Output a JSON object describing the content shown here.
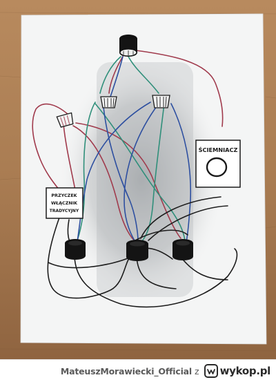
{
  "photo": {
    "switch_label": {
      "line1": "PRZYCZEK",
      "line2": "WŁĄCZNIK",
      "line3": "TRADYCYJNY"
    },
    "terminal_label": "ŚCIEMNIACZ"
  },
  "footer": {
    "username": "MateuszMorawiecki_Official",
    "connector": "z",
    "site": "wykop.pl"
  },
  "colors": {
    "wire_red": "#a03a4c",
    "wire_green": "#2f8f7a",
    "wire_blue": "#2d4fa0",
    "wire_black": "#1c1c1c"
  }
}
